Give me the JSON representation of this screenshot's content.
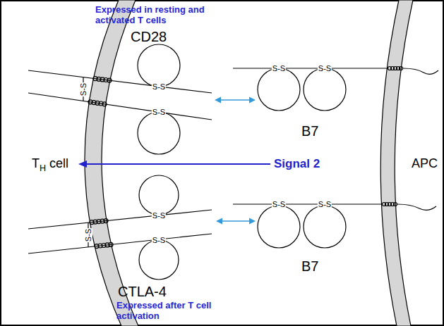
{
  "diagram": {
    "nodes": [
      {
        "text": [
          "Expressed in resting and activated T cells",
          "CD28"
        ]
      },
      {
        "text": [
          "B7"
        ]
      },
      {
        "text": [
          "CTLA-4",
          "Expressed after T cell activation"
        ]
      },
      {
        "text": [
          "B7"
        ]
      }
    ],
    "edges": [
      {
        "from": 0,
        "to": 1,
        "arrow": "both"
      },
      {
        "from": 2,
        "to": 3,
        "arrow": "both"
      }
    ],
    "labels": [
      "TH cell",
      "Signal 2",
      "APC",
      "S-S",
      "S-S",
      "S-S",
      "S-S",
      "S-S",
      "S-S",
      "S-S",
      "S-S",
      "S-S",
      "S-S"
    ]
  }
}
